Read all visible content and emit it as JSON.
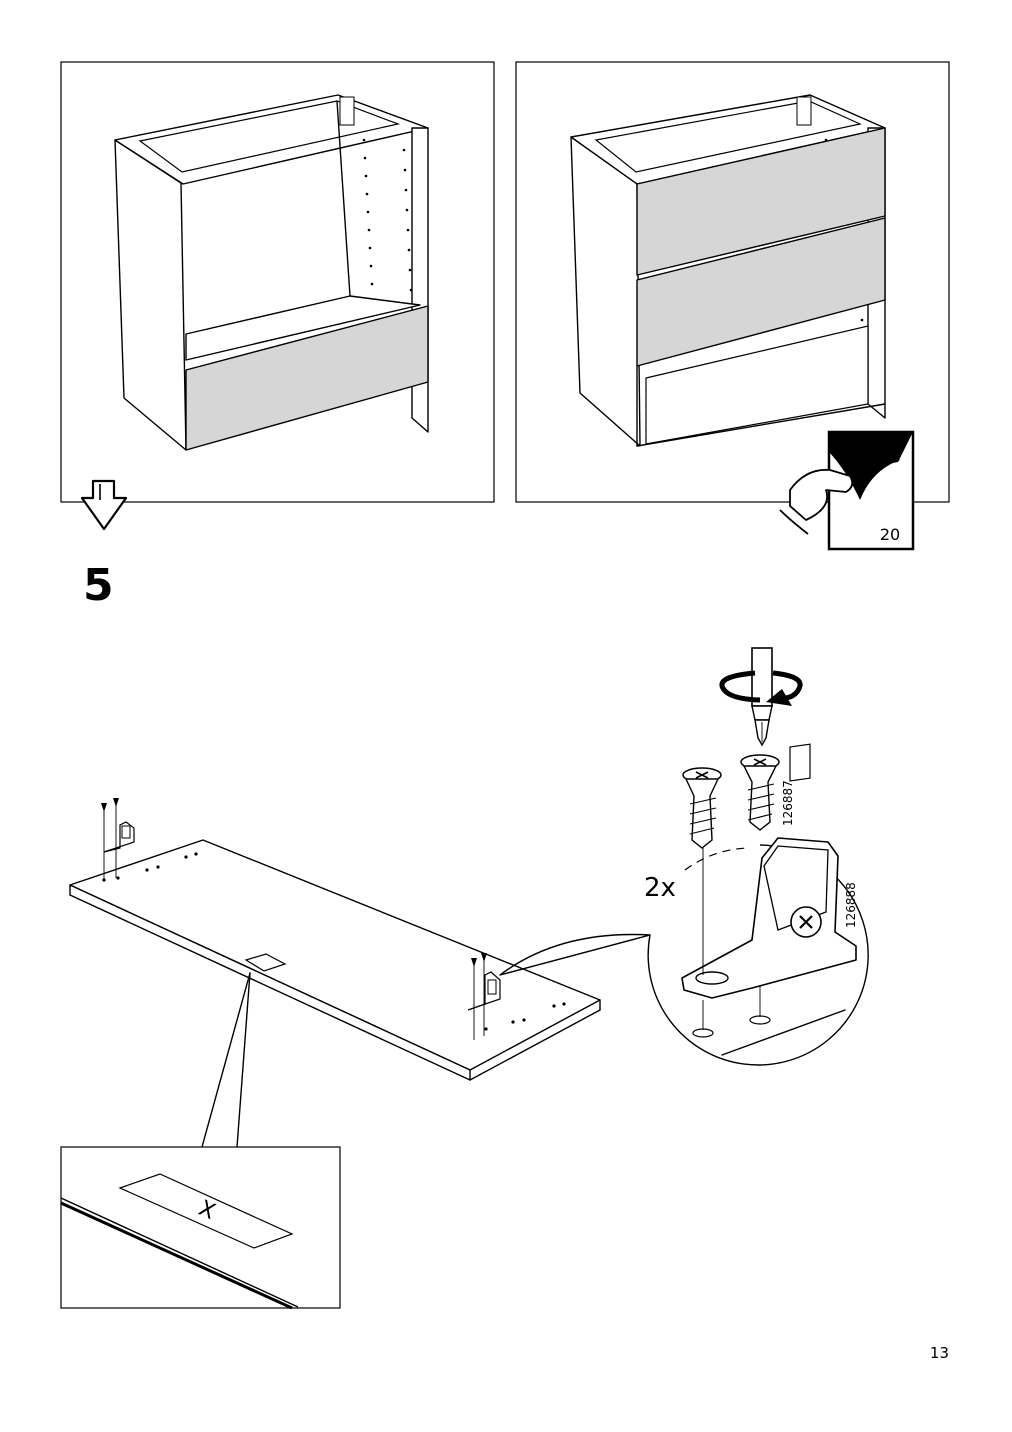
{
  "page": {
    "number": "13"
  },
  "step": {
    "number": "5"
  },
  "callouts": {
    "see_page": "20",
    "quantity": "2x",
    "screw_part": "126887",
    "bracket_part": "126888",
    "marking": "X"
  },
  "icons": [
    "arrow-down-icon",
    "page-turn-icon",
    "rotate-clockwise-icon",
    "screwdriver-icon"
  ],
  "colors": {
    "line": "#000000",
    "panel_fill": "#d6d6d6",
    "background": "#ffffff"
  }
}
